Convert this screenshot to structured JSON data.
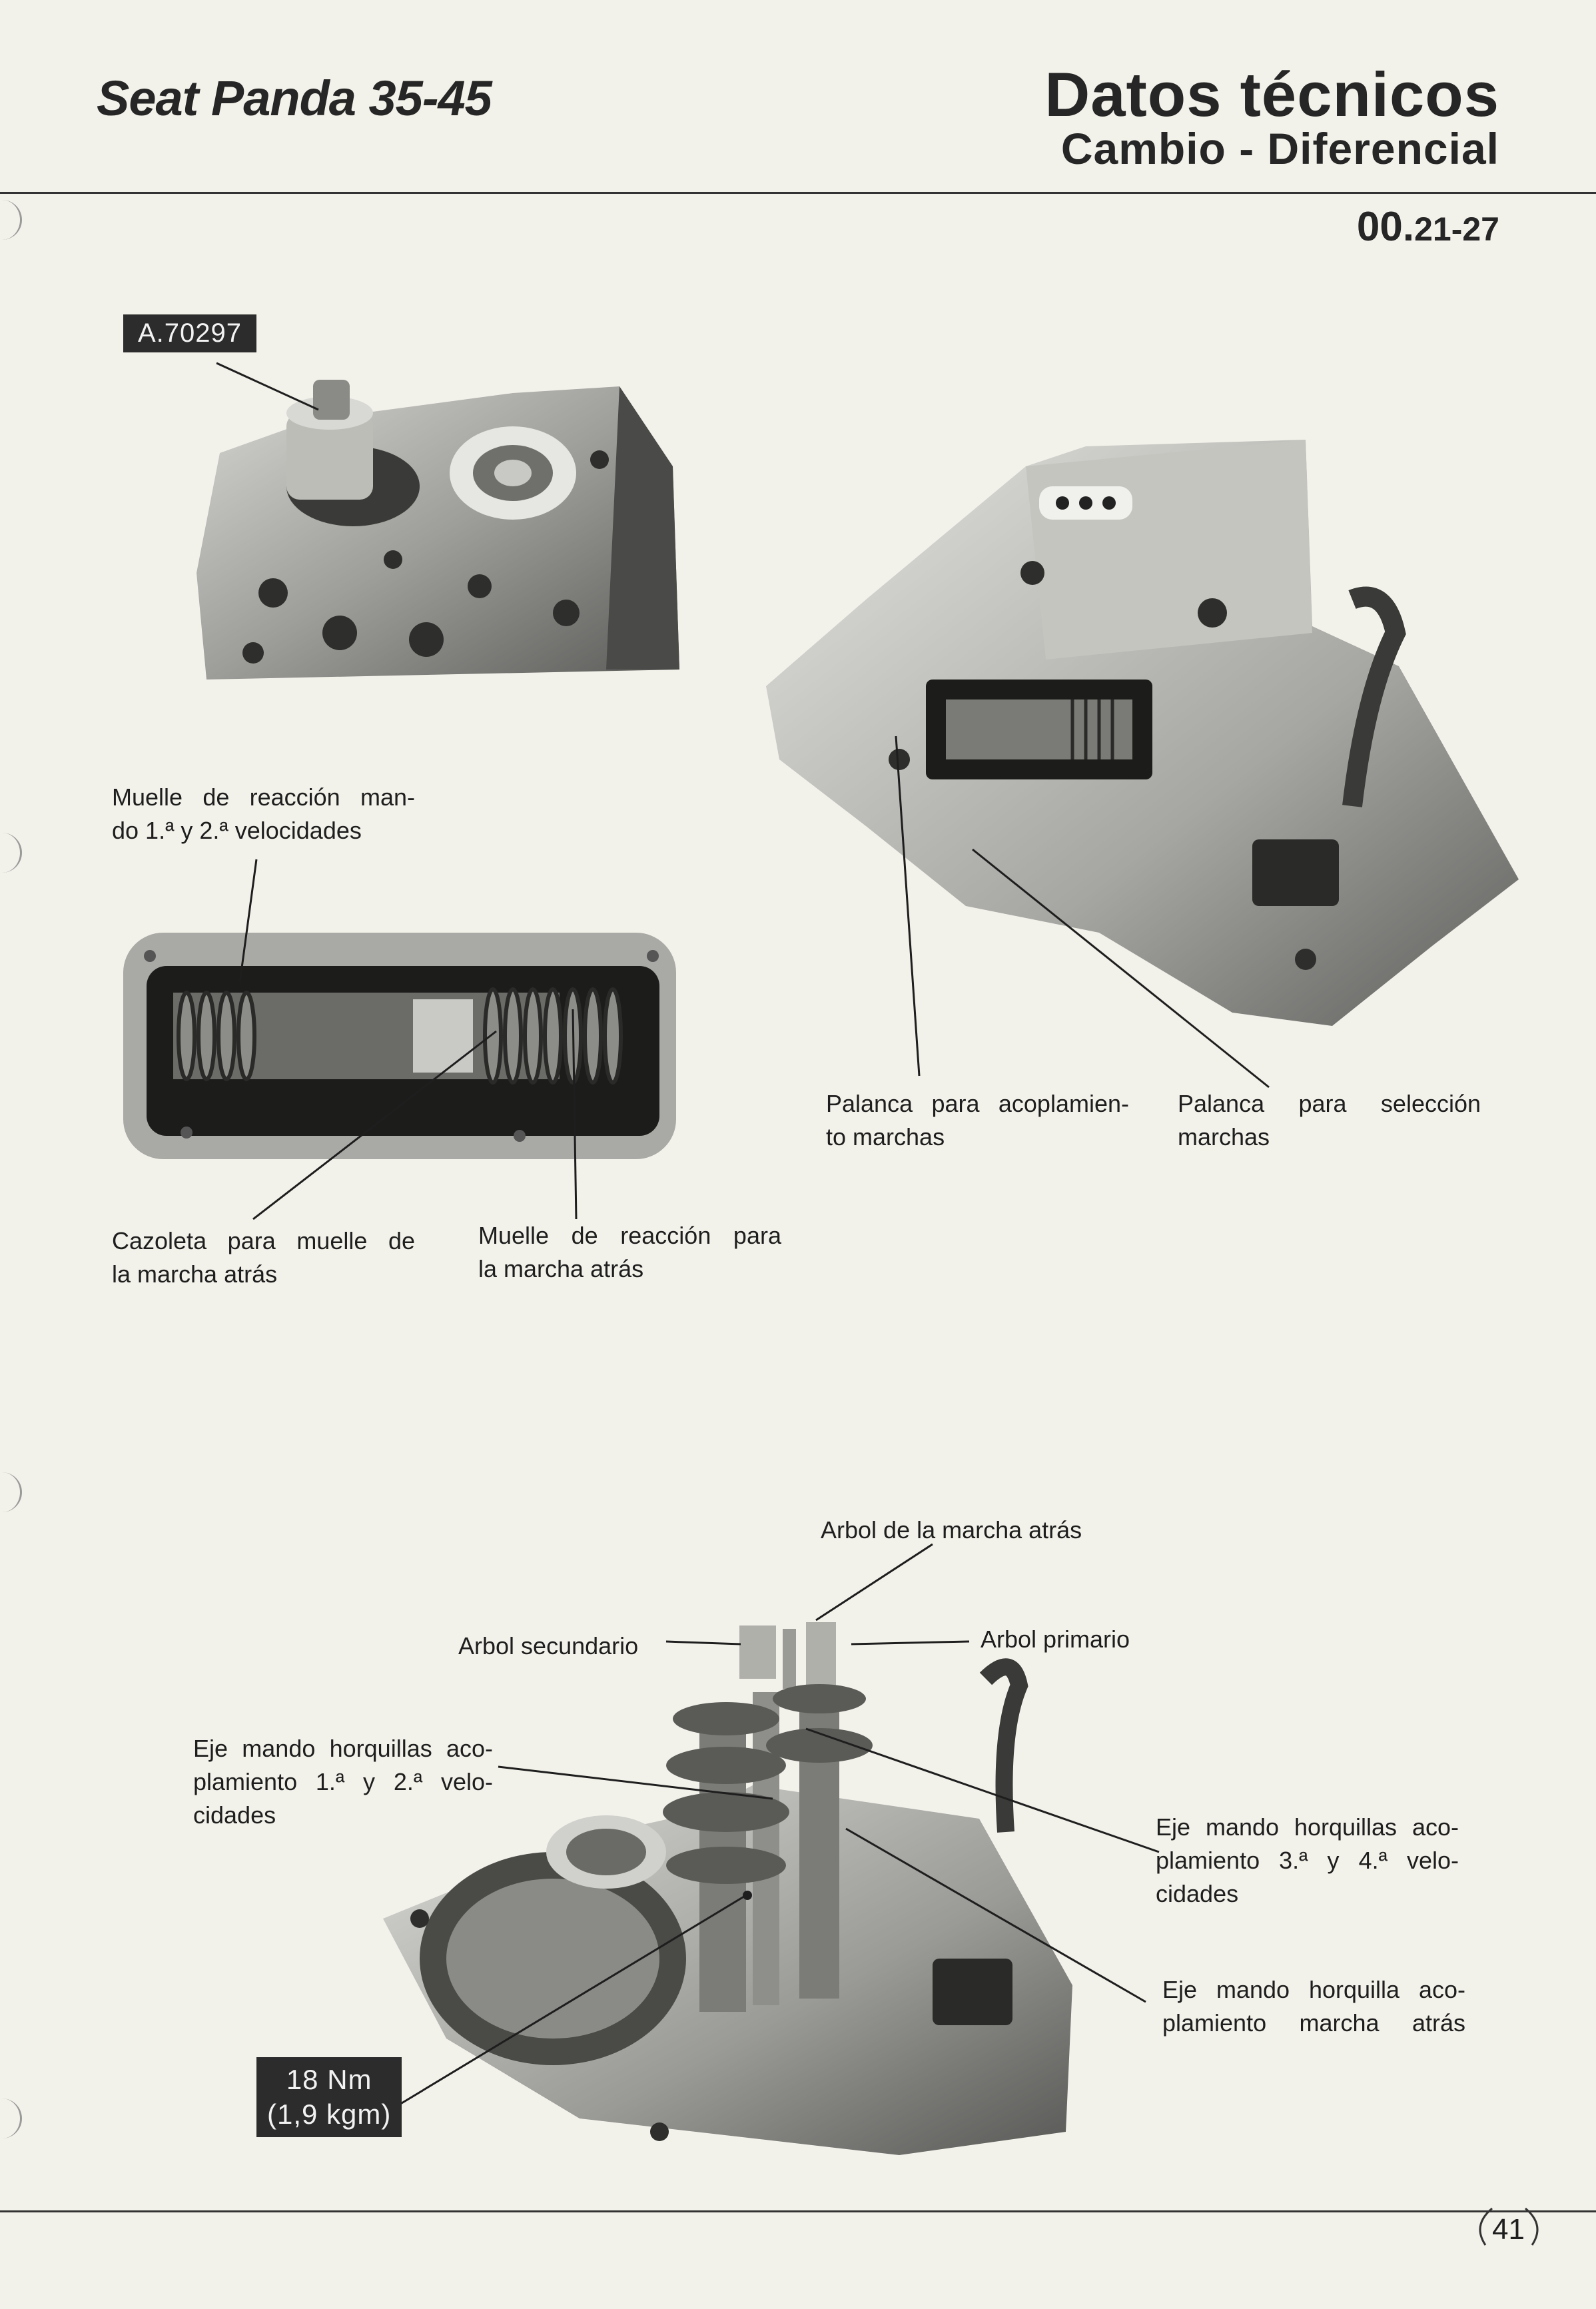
{
  "header": {
    "model": "Seat Panda 35-45",
    "title": "Datos técnicos",
    "subtitle": "Cambio - Diferencial",
    "code_main": "00.",
    "code_sub": "21-27"
  },
  "figure_top_left": {
    "ref_label": "A.70297"
  },
  "captions": {
    "muelle_1_2": [
      "Muelle de reacción man-",
      "do 1.ª y 2.ª velocidades"
    ],
    "cazoleta": [
      "Cazoleta para muelle de",
      "la marcha atrás"
    ],
    "muelle_atras": [
      "Muelle de reacción para",
      "la marcha atrás"
    ],
    "palanca_acoplamiento": [
      "Palanca para acoplamien-",
      "to marchas"
    ],
    "palanca_seleccion": [
      "Palanca para selección",
      "marchas"
    ],
    "arbol_marcha_atras": "Arbol de la marcha atrás",
    "arbol_secundario": "Arbol secundario",
    "arbol_primario": "Arbol primario",
    "eje_1_2": [
      "Eje mando horquillas aco-",
      "plamiento 1.ª y 2.ª velo-",
      "cidades"
    ],
    "eje_3_4": [
      "Eje mando horquillas aco-",
      "plamiento 3.ª y 4.ª velo-",
      "cidades"
    ],
    "eje_atras": [
      "Eje mando horquilla aco-",
      "plamiento marcha atrás"
    ]
  },
  "torque_box": {
    "line1": "18 Nm",
    "line2": "(1,9 kgm)"
  },
  "page_number": "41"
}
